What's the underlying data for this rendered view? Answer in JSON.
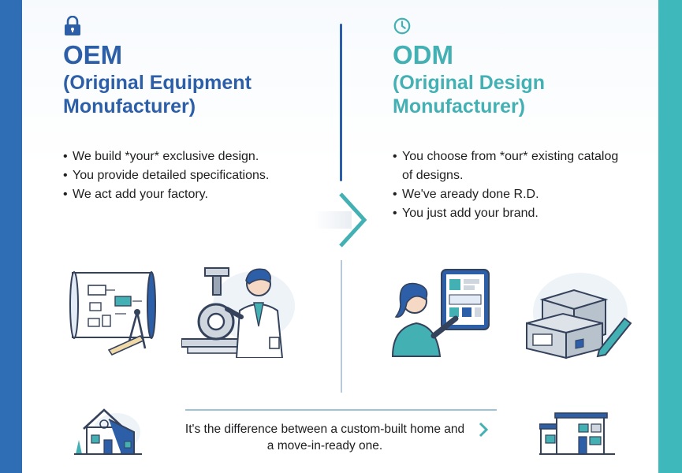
{
  "oem": {
    "icon": "lock-icon",
    "acronym": "OEM",
    "full_name": "(Original Equipment Monufacturer)",
    "color": "#2c5fa8",
    "bullets": [
      "We build *your* exclusive design.",
      "You provide detailed specifications.",
      "We act add your factory."
    ],
    "illustrations": [
      "blueprint-illustration",
      "engineer-machining-illustration"
    ]
  },
  "odm": {
    "icon": "clock-icon",
    "acronym": "ODM",
    "full_name": "(Original Design Monufacturer)",
    "color": "#43b1b4",
    "bullets": [
      "You choose from *our* existing catalog of designs.",
      "We've aready done R.D.",
      "You just add your brand."
    ],
    "illustrations": [
      "woman-catalog-tablet-illustration",
      "branded-box-illustration"
    ]
  },
  "center_icon": "chevron-right-arrow-icon",
  "footer": {
    "text": "It's the difference between a custom-built home and a move-in-ready one.",
    "icons": [
      "custom-house-icon",
      "modern-house-icon",
      "chevron-right-icon"
    ]
  },
  "colors": {
    "left_edge": "#2f6db5",
    "right_edge": "#3fb8bb",
    "divider": "#2c5fa8"
  }
}
